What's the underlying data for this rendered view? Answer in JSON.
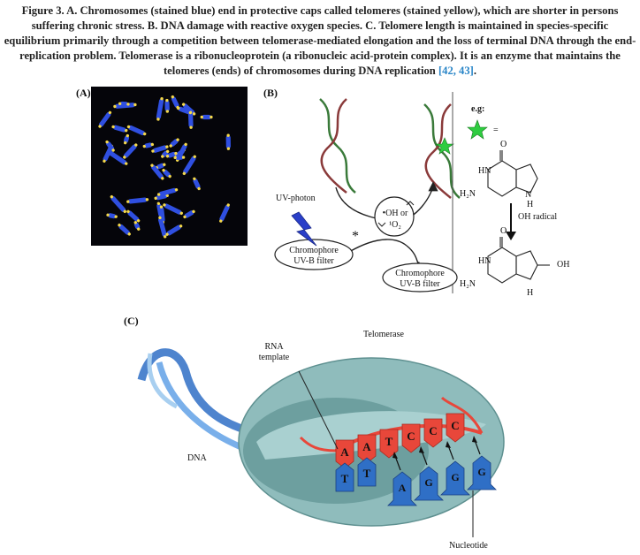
{
  "caption": {
    "main": "Figure 3. A. Chromosomes (stained blue) end in protective caps called telomeres (stained yellow), which are shorter in persons suffering chronic stress. B. DNA damage with reactive oxygen species. C. Telomere length is maintained in species-specific equilibrium primarily through a competition between telomerase-mediated elongation and the loss of terminal DNA through the end-replication problem. Telomerase is a ribonucleoprotein (a ribonucleic acid-protein complex). It is an enzyme that maintains the telomeres (ends) of chromosomes during DNA replication",
    "refs": "[42, 43]",
    "end": "."
  },
  "panels": {
    "a": "(A)",
    "b": "(B)",
    "c": "(C)"
  },
  "panel_b": {
    "uv_photon": "UV-photon",
    "radical_line1": "•OH or",
    "radical_line2": "¹O₂",
    "chromophore_left_1": "Chromophore",
    "chromophore_left_2": "UV-B filter",
    "chromophore_right_1": "Chromophore",
    "chromophore_right_2": "UV-B filter",
    "eg": "e.g:",
    "equals": "=",
    "oh_radical": "OH radical",
    "hn_top": "HN",
    "h2n_top": "H₂N",
    "n_top": "N",
    "h_top": "H",
    "hn_bottom": "HN",
    "h2n_bottom": "H₂N",
    "oh_bottom": "OH",
    "h_bottom": "H"
  },
  "panel_c": {
    "telomerase": "Telomerase",
    "rna_template_1": "RNA",
    "rna_template_2": "template",
    "dna": "DNA",
    "nucleotide": "Nucleotide",
    "template_bases": [
      "A",
      "A",
      "T",
      "C",
      "C",
      "C"
    ],
    "strand_bases": [
      "T",
      "T"
    ],
    "free_nucleotides": [
      "A",
      "G",
      "G",
      "G"
    ]
  },
  "colors": {
    "chromosome": "#2f4fe0",
    "telomere": "#f4d84a",
    "telomerase": "#8fbcbc",
    "rna": "#e8473a",
    "dna_strand": "#2f6fc6",
    "star": "#2ecc40"
  }
}
